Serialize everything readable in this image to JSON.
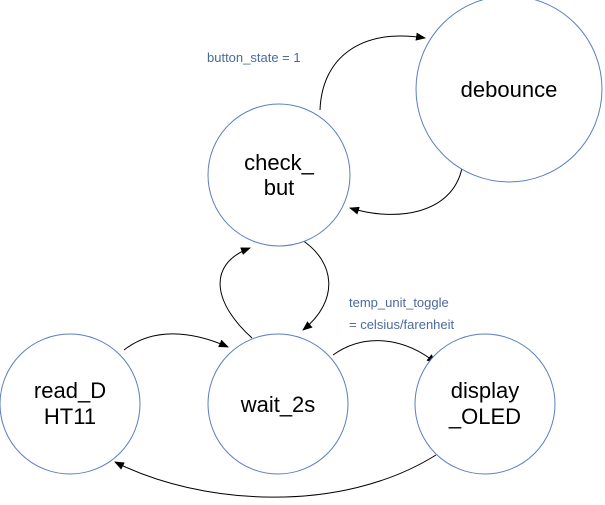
{
  "states": {
    "check_but": {
      "line1": "check_",
      "line2": "but"
    },
    "debounce": {
      "line1": "debounce"
    },
    "wait_2s": {
      "line1": "wait_2s"
    },
    "read_dht11": {
      "line1": "read_D",
      "line2": "HT11"
    },
    "display_oled": {
      "line1": "display",
      "line2": "_OLED"
    }
  },
  "transitions": {
    "button_state": "button_state = 1",
    "temp_unit_line1": "temp_unit_toggle",
    "temp_unit_line2": "= celsius/farenheit"
  },
  "colors": {
    "state_border": "#5a7fbf",
    "label_text": "#4a6aa0",
    "arrow": "#000000"
  }
}
